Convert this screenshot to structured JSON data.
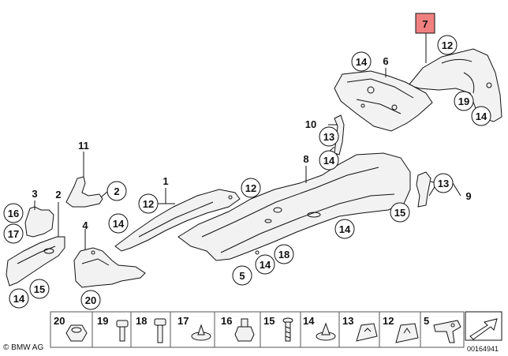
{
  "diagram": {
    "highlighted_part": "7",
    "callouts": {
      "c7": "7",
      "c12a": "12",
      "c14a": "14",
      "c6": "6",
      "c19": "19",
      "c14b": "14",
      "c10": "10",
      "c13a": "13",
      "c14c": "14",
      "c8": "8",
      "c11": "11",
      "c2a": "2",
      "c1": "1",
      "c12b": "12",
      "c12c": "12",
      "c3": "3",
      "c2b": "2",
      "c16": "16",
      "c17": "17",
      "c14d": "14",
      "c4": "4",
      "c13b": "13",
      "c9": "9",
      "c15a": "15",
      "c14e": "14",
      "c14f": "14",
      "c18": "18",
      "c5": "5",
      "c15b": "15",
      "c14g": "14",
      "c20": "20"
    },
    "hardware_strip": [
      "20",
      "19",
      "18",
      "17",
      "16",
      "15",
      "14",
      "13",
      "12",
      "5"
    ]
  },
  "footer": {
    "copyright": "© BMW AG",
    "diagram_number": "00164941"
  },
  "colors": {
    "highlight": "#f08080",
    "line": "#111111",
    "part_fill": "#f2f2f2"
  }
}
